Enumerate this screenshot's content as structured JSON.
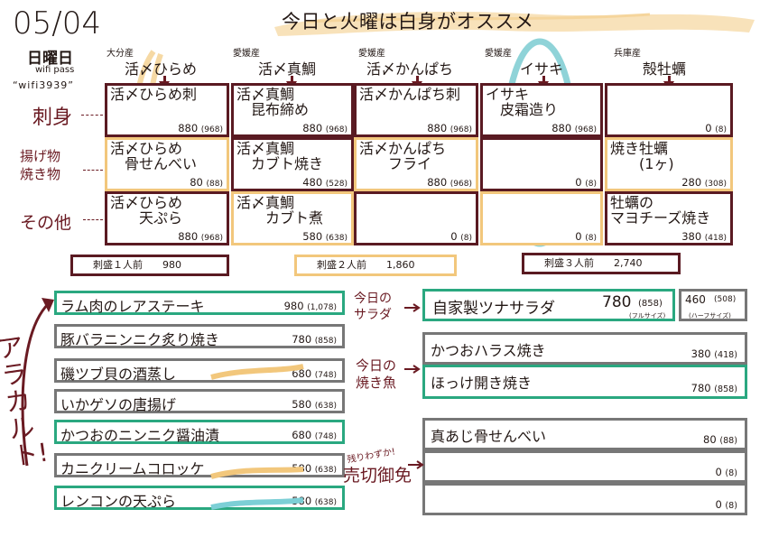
{
  "header": {
    "date": "05/04",
    "weekday": "日曜日",
    "wifi_label": "wifi pass",
    "wifi_code": "“wifi3939”",
    "headline": "今日と火曜は白身がオススメ"
  },
  "columns": [
    {
      "origin": "大分産",
      "name": "活〆ひらめ"
    },
    {
      "origin": "愛媛産",
      "name": "活〆真鯛"
    },
    {
      "origin": "愛媛産",
      "name": "活〆かんぱち"
    },
    {
      "origin": "愛媛産",
      "name": "イサキ"
    },
    {
      "origin": "兵庫産",
      "name": "殻牡蠣"
    }
  ],
  "row_labels": [
    "刺身",
    "揚げ物\n焼き物",
    "その他"
  ],
  "grid": [
    [
      {
        "name": "活〆ひらめ刺",
        "price": "880",
        "tax": "(968)"
      },
      {
        "name": "活〆真鯛\n　昆布締め",
        "price": "880",
        "tax": "(968)"
      },
      {
        "name": "活〆かんぱち刺",
        "price": "880",
        "tax": "(968)"
      },
      {
        "name": "イサキ\n　皮霜造り",
        "price": "880",
        "tax": "(968)"
      },
      {
        "name": "",
        "price": "0",
        "tax": "(8)"
      }
    ],
    [
      {
        "name": "活〆ひらめ\n　骨せんべい",
        "price": "80",
        "tax": "(88)"
      },
      {
        "name": "活〆真鯛\n　カブト焼き",
        "price": "480",
        "tax": "(528)"
      },
      {
        "name": "活〆かんぱち\n　　フライ",
        "price": "880",
        "tax": "(968)"
      },
      {
        "name": "",
        "price": "0",
        "tax": "(8)"
      },
      {
        "name": "焼き牡蠣\n　　(1ヶ)",
        "price": "280",
        "tax": "(308)"
      }
    ],
    [
      {
        "name": "活〆ひらめ\n　　天ぷら",
        "price": "880",
        "tax": "(968)"
      },
      {
        "name": "活〆真鯛\n　　カブト煮",
        "price": "580",
        "tax": "(638)"
      },
      {
        "name": "",
        "price": "0",
        "tax": "(8)"
      },
      {
        "name": "",
        "price": "0",
        "tax": "(8)"
      },
      {
        "name": "牡蠣の\nマヨチーズ焼き",
        "price": "380",
        "tax": "(418)"
      }
    ]
  ],
  "sashimori": [
    {
      "label": "刺盛１人前",
      "price": "980"
    },
    {
      "label": "刺盛２人前",
      "price": "1,860"
    },
    {
      "label": "刺盛３人前",
      "price": "2,740"
    }
  ],
  "alacarte": {
    "title": "アラカルト!",
    "items": [
      {
        "name": "ラム肉のレアステーキ",
        "price": "980",
        "tax": "(1,078)"
      },
      {
        "name": "豚バラニンニク炙り焼き",
        "price": "780",
        "tax": "(858)"
      },
      {
        "name": "磯ツブ貝の酒蒸し",
        "price": "680",
        "tax": "(748)"
      },
      {
        "name": "いかゲソの唐揚げ",
        "price": "580",
        "tax": "(638)"
      },
      {
        "name": "かつおのニンニク醤油漬",
        "price": "680",
        "tax": "(748)"
      },
      {
        "name": "カニクリームコロッケ",
        "price": "580",
        "tax": "(638)"
      },
      {
        "name": "レンコンの天ぷら",
        "price": "580",
        "tax": "(638)"
      }
    ]
  },
  "salad": {
    "label": "今日の\nサラダ",
    "name": "自家製ツナサラダ",
    "full_price": "780",
    "full_tax": "(858)",
    "full_note": "(フルサイズ)",
    "half_price": "460",
    "half_tax": "(508)",
    "half_note": "(ハーフサイズ)"
  },
  "yakizakana": {
    "label": "今日の\n焼き魚",
    "items": [
      {
        "name": "かつおハラス焼き",
        "price": "380",
        "tax": "(418)"
      },
      {
        "name": "ほっけ開き焼き",
        "price": "780",
        "tax": "(858)"
      }
    ]
  },
  "urikiri": {
    "small": "残りわずか!",
    "label": "売切御免",
    "items": [
      {
        "name": "真あじ骨せんべい",
        "price": "80",
        "tax": "(88)"
      },
      {
        "name": "",
        "price": "0",
        "tax": "(8)"
      },
      {
        "name": "",
        "price": "0",
        "tax": "(8)"
      }
    ]
  },
  "colors": {
    "maroon": "#5a1a22",
    "yellow": "#f2c77c",
    "green": "#2aa880",
    "gray": "#777777",
    "teal": "#7ccfd6"
  }
}
